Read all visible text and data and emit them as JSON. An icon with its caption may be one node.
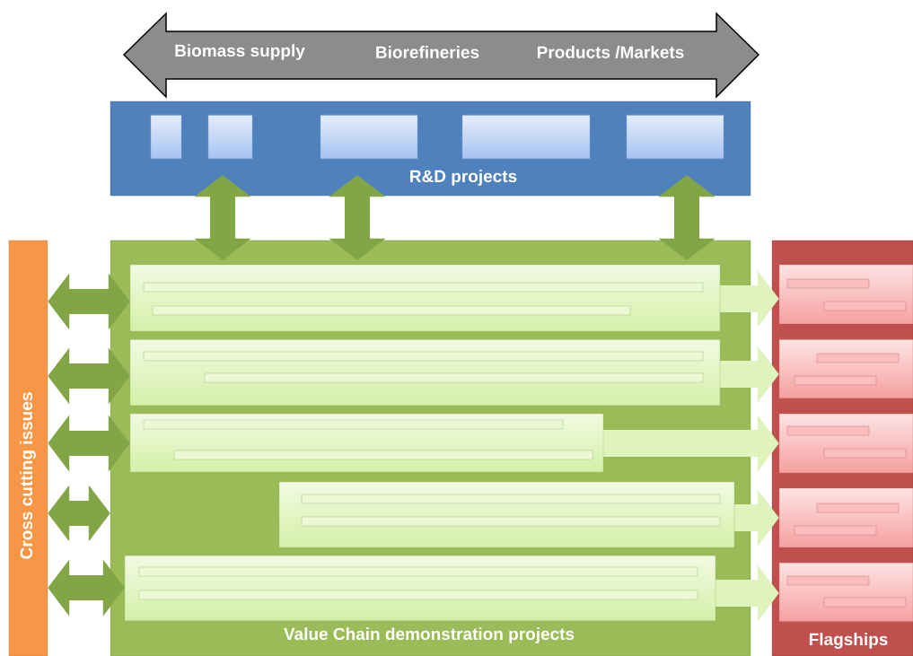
{
  "diagram": {
    "nodes": [
      {
        "text": [
          "Biomass supply",
          "Biorefineries",
          "Products /Markets"
        ]
      },
      {
        "text": [
          "R&D projects"
        ]
      },
      {
        "text": [],
        "shape": "box",
        "in": 1
      },
      {
        "text": [],
        "shape": "box",
        "in": 1
      },
      {
        "text": [],
        "shape": "box",
        "in": 1
      },
      {
        "text": [],
        "shape": "box",
        "in": 1
      },
      {
        "text": [],
        "shape": "box",
        "in": 1
      },
      {
        "text": [
          "Cross cutting issues"
        ]
      },
      {
        "text": [
          "Value Chain demonstration projects"
        ]
      },
      {
        "text": [],
        "shape": "box",
        "in": 8
      },
      {
        "text": [],
        "shape": "box",
        "in": 8
      },
      {
        "text": [],
        "shape": "box",
        "in": 8
      },
      {
        "text": [],
        "shape": "box",
        "in": 8
      },
      {
        "text": [],
        "shape": "box",
        "in": 8
      },
      {
        "text": [
          "Flagships"
        ]
      },
      {
        "text": [],
        "shape": "box",
        "in": 14
      },
      {
        "text": [],
        "shape": "box",
        "in": 14
      },
      {
        "text": [],
        "shape": "box",
        "in": 14
      },
      {
        "text": [],
        "shape": "box",
        "in": 14
      },
      {
        "text": [],
        "shape": "box",
        "in": 14
      }
    ],
    "edges": [
      {
        "from": 1,
        "to": 8,
        "arrow": "both"
      },
      {
        "from": 1,
        "to": 8,
        "arrow": "both"
      },
      {
        "from": 1,
        "to": 8,
        "arrow": "both"
      },
      {
        "from": 7,
        "to": 9,
        "arrow": "both"
      },
      {
        "from": 7,
        "to": 10,
        "arrow": "both"
      },
      {
        "from": 7,
        "to": 11,
        "arrow": "both"
      },
      {
        "from": 7,
        "to": 8,
        "arrow": "both"
      },
      {
        "from": 7,
        "to": 13,
        "arrow": "both"
      },
      {
        "from": 9,
        "to": 15,
        "arrow": "to",
        "color": "#dff3bd"
      },
      {
        "from": 10,
        "to": 16,
        "arrow": "to",
        "color": "#dff3bd"
      },
      {
        "from": 11,
        "to": 17,
        "arrow": "to",
        "color": "#dff3bd"
      },
      {
        "from": 12,
        "to": 18,
        "arrow": "to",
        "color": "#dff3bd"
      },
      {
        "from": 13,
        "to": 19,
        "arrow": "to",
        "color": "#dff3bd"
      }
    ]
  }
}
